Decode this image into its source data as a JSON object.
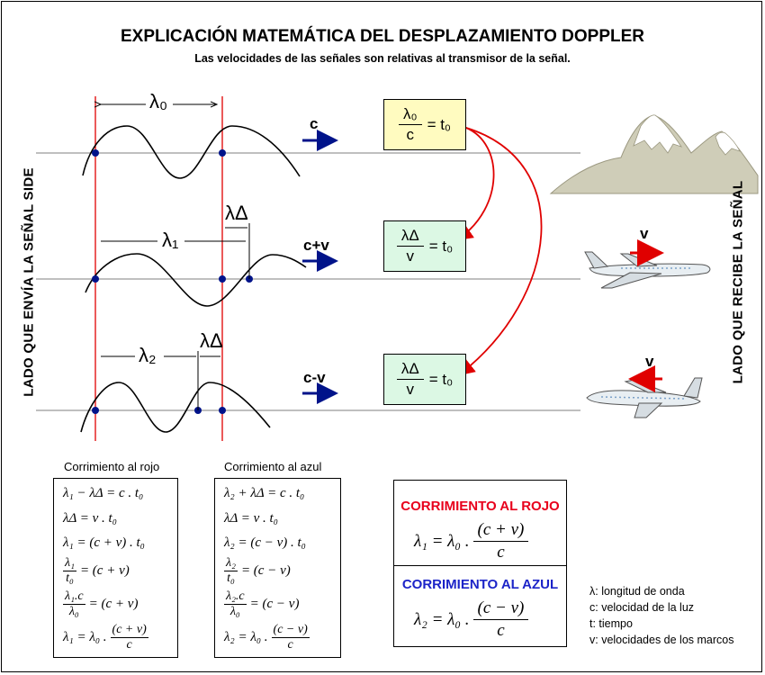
{
  "title": "EXPLICACIÓN MATEMÁTICA DEL DESPLAZAMIENTO DOPPLER",
  "subtitle": "Las velocidades de las señales son relativas al transmisor de la señal.",
  "left_side_label": "LADO QUE ENVÍA LA SEÑAL SIDE",
  "right_side_label": "LADO QUE RECIBE LA SEÑAL",
  "waves": {
    "lambda0": "λ₀",
    "lambda1": "λ₁",
    "lambda2": "λ₂",
    "lambda_delta_1": "λΔ",
    "lambda_delta_2": "λΔ",
    "speed_c": "c",
    "speed_cv_plus": "c+v",
    "speed_cv_minus": "c-v"
  },
  "formulas": {
    "f1_num": "λ₀",
    "f1_den": "c",
    "f1_rhs": "= t₀",
    "f2_num": "λΔ",
    "f2_den": "v",
    "f2_rhs": "= t₀",
    "f3_num": "λΔ",
    "f3_den": "v",
    "f3_rhs": "= t₀"
  },
  "receivers": {
    "plane1_speed": "v",
    "plane2_speed": "v"
  },
  "redshift": {
    "heading": "Corrimiento al rojo",
    "eq1": "λ₁ − λΔ = c . t₀",
    "eq2": "λΔ = v . t₀",
    "eq3": "λ₁ = (c + v) . t₀",
    "eq4_num": "λ₁",
    "eq4_den": "t₀",
    "eq4_rhs": "= (c + v)",
    "eq5_num": "λ₁.c",
    "eq5_den": "λ₀",
    "eq5_rhs": "= (c + v)",
    "eq6_lhs": "λ₁ = λ₀ .",
    "eq6_num": "(c + v)",
    "eq6_den": "c"
  },
  "blueshift": {
    "heading": "Corrimiento al azul",
    "eq1": "λ₂ + λΔ = c . t₀",
    "eq2": "λΔ = v . t₀",
    "eq3": "λ₂ = (c − v) . t₀",
    "eq4_num": "λ₂",
    "eq4_den": "t₀",
    "eq4_rhs": "= (c − v)",
    "eq5_num": "λ₂.c",
    "eq5_den": "λ₀",
    "eq5_rhs": "= (c − v)",
    "eq6_lhs": "λ₂ = λ₀ .",
    "eq6_num": "(c − v)",
    "eq6_den": "c"
  },
  "results": {
    "red_title": "CORRIMIENTO AL ROJO",
    "red_lhs": "λ₁ = λ₀ .",
    "red_num": "(c + v)",
    "red_den": "c",
    "blue_title": "CORRIMIENTO AL AZUL",
    "blue_lhs": "λ₂ = λ₀ .",
    "blue_num": "(c − v)",
    "blue_den": "c",
    "red_color": "#e8001c",
    "blue_color": "#1c24c8"
  },
  "legend": {
    "l1": "λ: longitud de onda",
    "l2": "c: velocidad de la luz",
    "l3": "t: tiempo",
    "l4": "v: velocidades de los marcos"
  },
  "colors": {
    "red_line": "#e00000",
    "dot": "#00138a",
    "arrow_blue": "#00138a",
    "box_yellow": "#fffbc0",
    "box_green": "#dcf8e4",
    "mountain": "#cfcdb8"
  }
}
